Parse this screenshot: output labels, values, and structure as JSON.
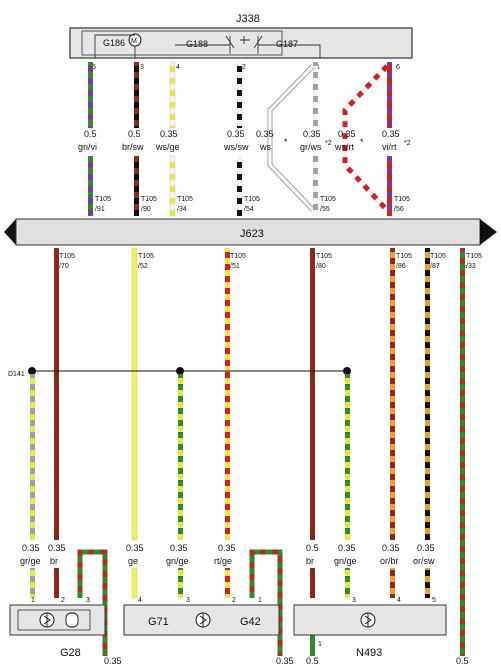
{
  "top_module": {
    "name": "J338",
    "components": [
      "G186",
      "G188",
      "G187"
    ],
    "pins": [
      "5",
      "3",
      "4",
      "2",
      "1",
      "6"
    ]
  },
  "top_wires": [
    {
      "pin": "5",
      "size": "0.5",
      "color": "gn/vi",
      "terminal": "T105",
      "tpin": "/91",
      "c1": "#2e8b2e",
      "c2": "#7a3a9a"
    },
    {
      "pin": "3",
      "size": "0.5",
      "color": "br/sw",
      "terminal": "T105",
      "tpin": "/90",
      "c1": "#8b2a1a",
      "c2": "#111111"
    },
    {
      "pin": "4",
      "size": "0.35",
      "color": "ws/ge",
      "terminal": "T105",
      "tpin": "/34",
      "c1": "#f4f4f4",
      "c2": "#e8e840"
    },
    {
      "pin": "2",
      "size": "0.35",
      "color": "ws/sw",
      "terminal": "T105",
      "tpin": "/54",
      "c1": "#f4f4f4",
      "c2": "#111111"
    },
    {
      "pin": "1",
      "size": "0.35",
      "color": "gr/ws",
      "terminal": "T105",
      "tpin": "/55",
      "c1": "#a0a0a0",
      "c2": "#f4f4f4"
    },
    {
      "pin": "6",
      "size": "0.35",
      "color": "vi/rt",
      "terminal": "T105",
      "tpin": "/56",
      "c1": "#7a3a9a",
      "c2": "#d02020"
    }
  ],
  "branch_wires": [
    {
      "size": "0.35",
      "color": "ws",
      "note": "*"
    },
    {
      "size": "0.35",
      "color": "ws/rt",
      "note": "*"
    }
  ],
  "footnote_mark": "*2",
  "bus": {
    "name": "J623"
  },
  "bottom_wires": [
    {
      "terminal": "T105",
      "tpin": "/70",
      "size": "0.35",
      "color": "br",
      "c1": "#8b2a1a",
      "c2": "#8b2a1a"
    },
    {
      "terminal": "T105",
      "tpin": "/52",
      "size": "0.35",
      "color": "ge",
      "c1": "#f0f060",
      "c2": "#f0f060"
    },
    {
      "terminal": "T105",
      "tpin": "/51",
      "size": "0.35",
      "color": "rt/ge",
      "c1": "#d02020",
      "c2": "#e8e840"
    },
    {
      "terminal": "T105",
      "tpin": "/80",
      "size": "0.5",
      "color": "br",
      "c1": "#8b2a1a",
      "c2": "#8b2a1a"
    },
    {
      "terminal": "T105",
      "tpin": "/86",
      "size": "0.35",
      "color": "or/br",
      "c1": "#f0a030",
      "c2": "#8b2a1a"
    },
    {
      "terminal": "T105",
      "tpin": "/87",
      "size": "0.35",
      "color": "or/sw",
      "c1": "#f0a030",
      "c2": "#111111"
    },
    {
      "terminal": "T105",
      "tpin": "/33",
      "size": "0.5",
      "color": "",
      "c1": "#2e8b2e",
      "c2": "#b03020"
    }
  ],
  "ground_line": {
    "name": "D141",
    "wires": [
      {
        "size": "0.35",
        "color": "gr/ge"
      },
      {
        "size": "0.35",
        "color": "gn/ge"
      },
      {
        "size": "0.35",
        "color": "gn/ge"
      }
    ]
  },
  "sensors": [
    {
      "name": "G28",
      "pins": [
        "1",
        "2",
        "3"
      ]
    },
    {
      "name": "G71",
      "name2": "G42",
      "pins": [
        "4",
        "3",
        "2",
        "1"
      ]
    },
    {
      "name": "N493",
      "pins": [
        "1",
        "3",
        "4",
        "5"
      ]
    }
  ],
  "bottom_sizes": [
    "0.35",
    "0.35",
    "0.5",
    "0.5"
  ]
}
